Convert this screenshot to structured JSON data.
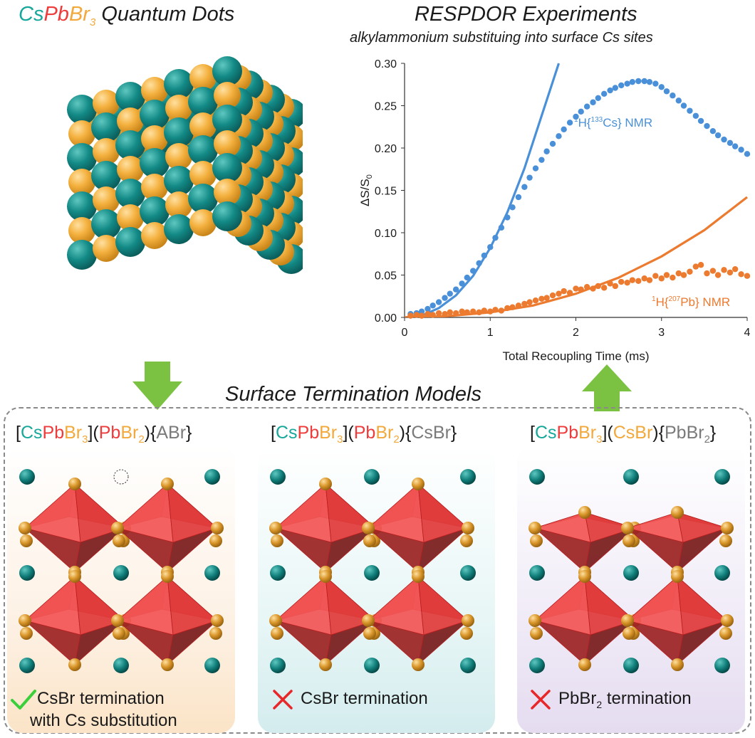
{
  "left_title": {
    "cs": "Cs",
    "pb": "Pb",
    "br": "Br",
    "sub": "3",
    "rest": " Quantum Dots"
  },
  "right_title": "RESPDOR Experiments",
  "right_subtitle": "alkylammonium substituing into surface Cs sites",
  "section_title": "Surface Termination Models",
  "colors": {
    "cs": "#17a79b",
    "pb": "#ee3b3b",
    "br": "#f2a93b",
    "gray": "#7a7a7a",
    "arrow": "#7cc242",
    "blue": "#4a90d9",
    "orange": "#ec7a2f"
  },
  "models": [
    {
      "formula": {
        "a": "Cs",
        "b": "Pb",
        "c": "Br",
        "c_sub": "3",
        "d": "Pb",
        "e": "Br",
        "e_sub": "2",
        "f": "ABr"
      },
      "mark": "check-icon",
      "verdict_line1": "CsBr termination",
      "verdict_line2": "with Cs substitution"
    },
    {
      "formula": {
        "a": "Cs",
        "b": "Pb",
        "c": "Br",
        "c_sub": "3",
        "d": "Pb",
        "e": "Br",
        "e_sub": "2",
        "f": "CsBr"
      },
      "mark": "cross-icon",
      "verdict_line1": "CsBr termination"
    },
    {
      "formula": {
        "a": "Cs",
        "b": "Pb",
        "c": "Br",
        "c_sub": "3",
        "d": "CsBr",
        "f": "PbBr",
        "f_sub": "2"
      },
      "mark": "cross-icon",
      "verdict_pre": "PbBr",
      "verdict_sub": "2",
      "verdict_post": " termination"
    }
  ],
  "chart_data": {
    "type": "scatter",
    "xlabel": "Total Recoupling Time (ms)",
    "ylabel": "ΔS/S",
    "ylabel_sub": "0",
    "xlim": [
      0,
      4
    ],
    "ylim": [
      0,
      0.3
    ],
    "x_ticks": [
      "0",
      "1",
      "2",
      "3",
      "4"
    ],
    "y_ticks": [
      "0.00",
      "0.05",
      "0.10",
      "0.15",
      "0.20",
      "0.25",
      "0.30"
    ],
    "series": [
      {
        "name": "¹H{¹³³Cs} NMR",
        "label_pre": "1",
        "label_mid": "H{",
        "label_sup": "133",
        "label_post": "Cs} NMR",
        "color": "#4a90d9",
        "points": [
          [
            0.07,
            0.004
          ],
          [
            0.14,
            0.005
          ],
          [
            0.2,
            0.007
          ],
          [
            0.27,
            0.01
          ],
          [
            0.33,
            0.014
          ],
          [
            0.4,
            0.018
          ],
          [
            0.47,
            0.023
          ],
          [
            0.53,
            0.028
          ],
          [
            0.6,
            0.033
          ],
          [
            0.67,
            0.04
          ],
          [
            0.73,
            0.047
          ],
          [
            0.8,
            0.055
          ],
          [
            0.87,
            0.064
          ],
          [
            0.93,
            0.073
          ],
          [
            1.0,
            0.083
          ],
          [
            1.06,
            0.094
          ],
          [
            1.13,
            0.106
          ],
          [
            1.2,
            0.118
          ],
          [
            1.26,
            0.13
          ],
          [
            1.33,
            0.142
          ],
          [
            1.4,
            0.154
          ],
          [
            1.46,
            0.165
          ],
          [
            1.53,
            0.176
          ],
          [
            1.6,
            0.186
          ],
          [
            1.66,
            0.196
          ],
          [
            1.73,
            0.205
          ],
          [
            1.8,
            0.214
          ],
          [
            1.86,
            0.222
          ],
          [
            1.93,
            0.23
          ],
          [
            2.0,
            0.237
          ],
          [
            2.06,
            0.243
          ],
          [
            2.13,
            0.249
          ],
          [
            2.2,
            0.254
          ],
          [
            2.26,
            0.259
          ],
          [
            2.33,
            0.264
          ],
          [
            2.4,
            0.268
          ],
          [
            2.46,
            0.271
          ],
          [
            2.53,
            0.274
          ],
          [
            2.6,
            0.276
          ],
          [
            2.66,
            0.278
          ],
          [
            2.73,
            0.279
          ],
          [
            2.8,
            0.279
          ],
          [
            2.86,
            0.278
          ],
          [
            2.93,
            0.276
          ],
          [
            3.0,
            0.272
          ],
          [
            3.06,
            0.267
          ],
          [
            3.13,
            0.262
          ],
          [
            3.2,
            0.256
          ],
          [
            3.26,
            0.25
          ],
          [
            3.33,
            0.244
          ],
          [
            3.4,
            0.238
          ],
          [
            3.46,
            0.232
          ],
          [
            3.53,
            0.226
          ],
          [
            3.6,
            0.22
          ],
          [
            3.66,
            0.215
          ],
          [
            3.73,
            0.21
          ],
          [
            3.8,
            0.206
          ],
          [
            3.86,
            0.202
          ],
          [
            3.93,
            0.198
          ],
          [
            4.0,
            0.193
          ]
        ],
        "fit": [
          [
            0,
            0
          ],
          [
            0.2,
            0.002
          ],
          [
            0.4,
            0.011
          ],
          [
            0.6,
            0.026
          ],
          [
            0.8,
            0.049
          ],
          [
            1.0,
            0.082
          ],
          [
            1.2,
            0.124
          ],
          [
            1.4,
            0.176
          ],
          [
            1.6,
            0.238
          ],
          [
            1.8,
            0.3
          ]
        ]
      },
      {
        "name": "¹H{²⁰⁷Pb} NMR",
        "label_pre": "1",
        "label_mid": "H{",
        "label_sup": "207",
        "label_post": "Pb} NMR",
        "color": "#ec7a2f",
        "points": [
          [
            0.07,
            0.002
          ],
          [
            0.14,
            0.003
          ],
          [
            0.2,
            0.002
          ],
          [
            0.27,
            0.004
          ],
          [
            0.33,
            0.003
          ],
          [
            0.4,
            0.005
          ],
          [
            0.47,
            0.004
          ],
          [
            0.53,
            0.006
          ],
          [
            0.6,
            0.005
          ],
          [
            0.67,
            0.007
          ],
          [
            0.73,
            0.006
          ],
          [
            0.8,
            0.007
          ],
          [
            0.87,
            0.006
          ],
          [
            0.93,
            0.008
          ],
          [
            1.0,
            0.007
          ],
          [
            1.06,
            0.009
          ],
          [
            1.13,
            0.008
          ],
          [
            1.2,
            0.011
          ],
          [
            1.26,
            0.012
          ],
          [
            1.33,
            0.014
          ],
          [
            1.4,
            0.016
          ],
          [
            1.46,
            0.018
          ],
          [
            1.53,
            0.02
          ],
          [
            1.6,
            0.022
          ],
          [
            1.66,
            0.023
          ],
          [
            1.73,
            0.026
          ],
          [
            1.8,
            0.028
          ],
          [
            1.86,
            0.031
          ],
          [
            1.93,
            0.029
          ],
          [
            2.0,
            0.034
          ],
          [
            2.06,
            0.033
          ],
          [
            2.13,
            0.036
          ],
          [
            2.2,
            0.034
          ],
          [
            2.26,
            0.037
          ],
          [
            2.33,
            0.035
          ],
          [
            2.4,
            0.04
          ],
          [
            2.46,
            0.037
          ],
          [
            2.53,
            0.042
          ],
          [
            2.6,
            0.041
          ],
          [
            2.66,
            0.044
          ],
          [
            2.73,
            0.043
          ],
          [
            2.8,
            0.046
          ],
          [
            2.86,
            0.044
          ],
          [
            2.93,
            0.049
          ],
          [
            3.0,
            0.046
          ],
          [
            3.06,
            0.05
          ],
          [
            3.13,
            0.047
          ],
          [
            3.2,
            0.052
          ],
          [
            3.26,
            0.05
          ],
          [
            3.33,
            0.054
          ],
          [
            3.4,
            0.06
          ],
          [
            3.46,
            0.062
          ],
          [
            3.53,
            0.052
          ],
          [
            3.6,
            0.055
          ],
          [
            3.66,
            0.05
          ],
          [
            3.73,
            0.056
          ],
          [
            3.8,
            0.053
          ],
          [
            3.86,
            0.057
          ],
          [
            3.93,
            0.051
          ],
          [
            4.0,
            0.049
          ]
        ],
        "fit": [
          [
            0,
            0
          ],
          [
            0.5,
            0.0015
          ],
          [
            1.0,
            0.006
          ],
          [
            1.5,
            0.014
          ],
          [
            2.0,
            0.028
          ],
          [
            2.5,
            0.047
          ],
          [
            3.0,
            0.072
          ],
          [
            3.5,
            0.103
          ],
          [
            4.0,
            0.142
          ]
        ]
      }
    ]
  }
}
